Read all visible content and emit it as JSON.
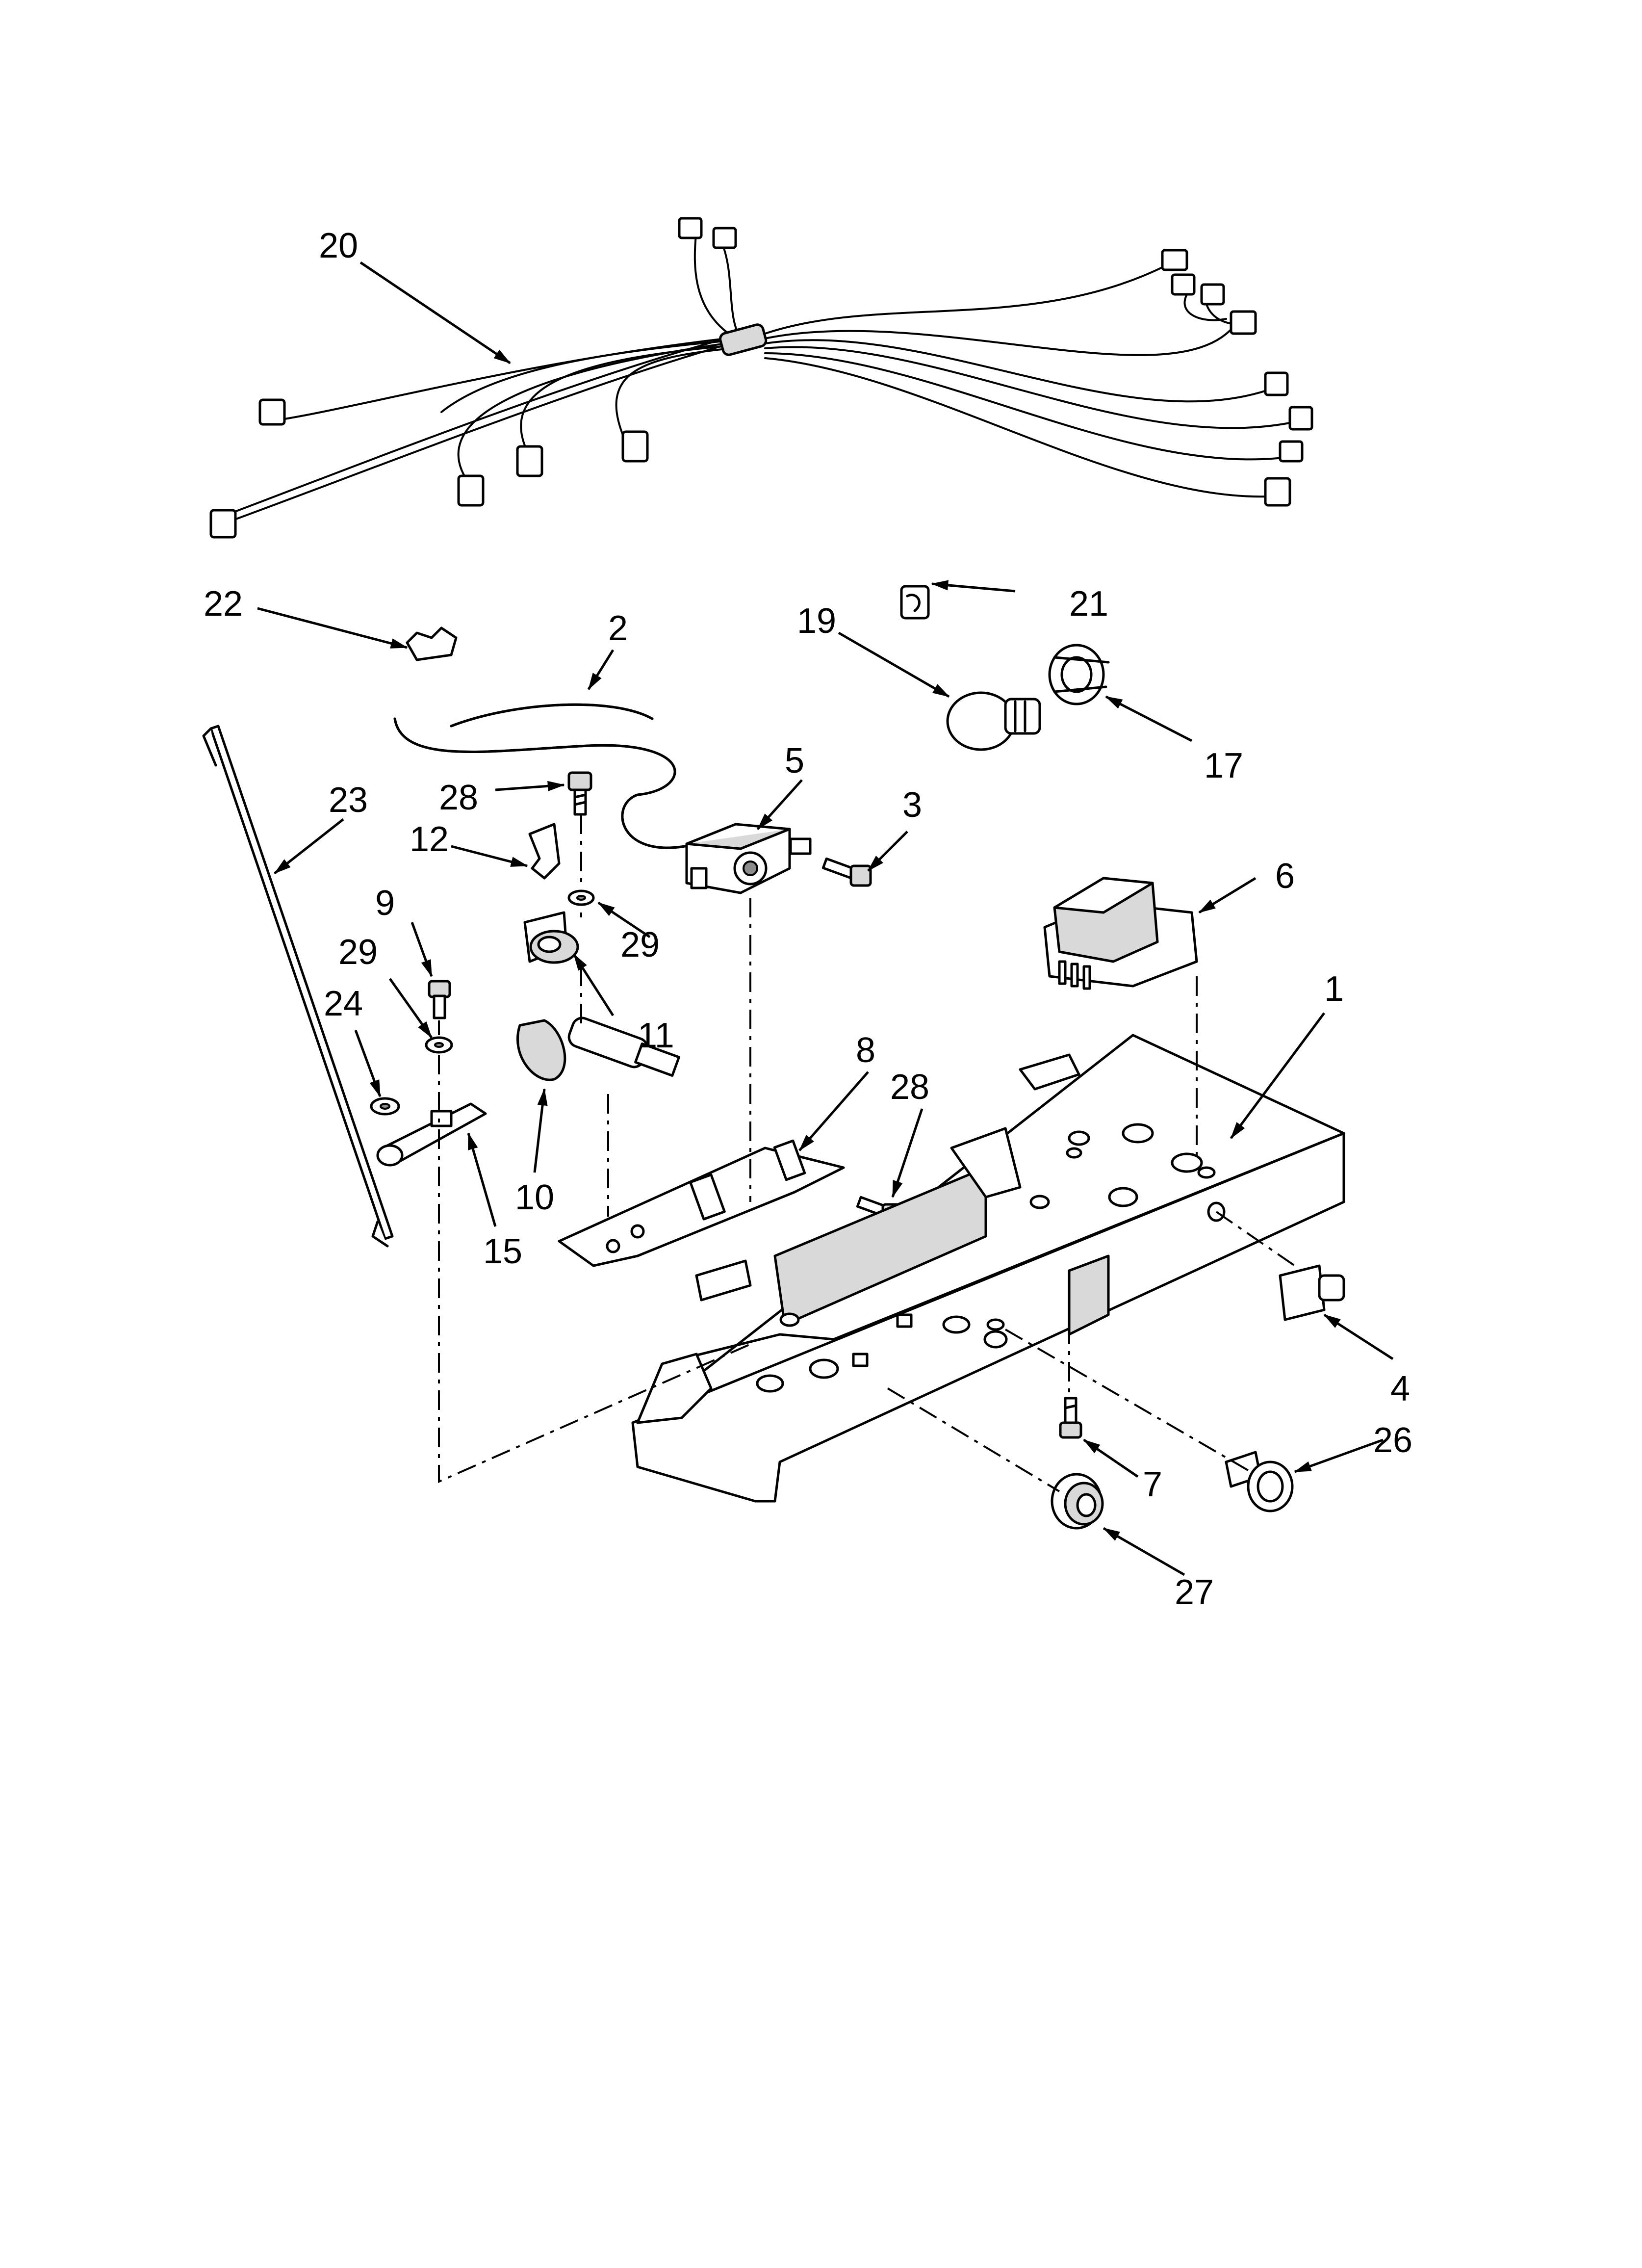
{
  "callouts": [
    {
      "id": "c20",
      "label": "20"
    },
    {
      "id": "c22",
      "label": "22"
    },
    {
      "id": "c2",
      "label": "2"
    },
    {
      "id": "c21",
      "label": "21"
    },
    {
      "id": "c19",
      "label": "19"
    },
    {
      "id": "c17",
      "label": "17"
    },
    {
      "id": "c23",
      "label": "23"
    },
    {
      "id": "c28a",
      "label": "28"
    },
    {
      "id": "c5",
      "label": "5"
    },
    {
      "id": "c3",
      "label": "3"
    },
    {
      "id": "c12",
      "label": "12"
    },
    {
      "id": "c6",
      "label": "6"
    },
    {
      "id": "c9",
      "label": "9"
    },
    {
      "id": "c29a",
      "label": "29"
    },
    {
      "id": "c29b",
      "label": "29"
    },
    {
      "id": "c24",
      "label": "24"
    },
    {
      "id": "c11",
      "label": "11"
    },
    {
      "id": "c1",
      "label": "1"
    },
    {
      "id": "c8",
      "label": "8"
    },
    {
      "id": "c28b",
      "label": "28"
    },
    {
      "id": "c10",
      "label": "10"
    },
    {
      "id": "c15",
      "label": "15"
    },
    {
      "id": "c4",
      "label": "4"
    },
    {
      "id": "c26",
      "label": "26"
    },
    {
      "id": "c7",
      "label": "7"
    },
    {
      "id": "c27",
      "label": "27"
    }
  ]
}
